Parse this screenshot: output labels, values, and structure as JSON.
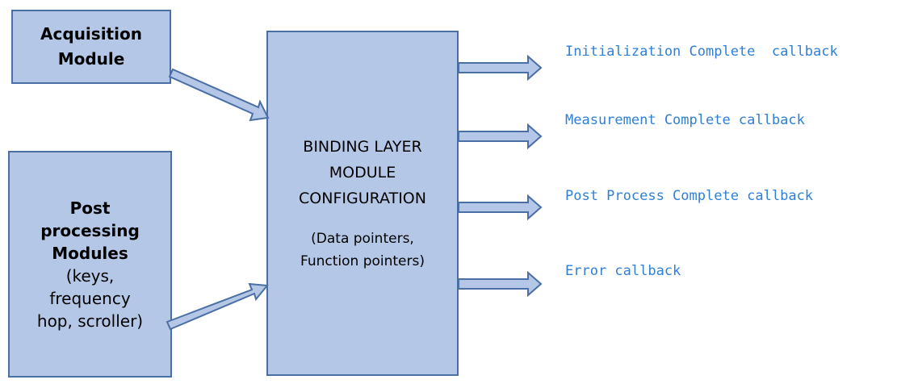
{
  "acquisition": {
    "lines": [
      "Acquisition",
      "Module"
    ]
  },
  "post_processing": {
    "title_lines": [
      "Post",
      "processing",
      "Modules"
    ],
    "detail_lines": [
      "(keys,",
      "frequency",
      "hop, scroller)"
    ]
  },
  "binding": {
    "title_lines": [
      "BINDING LAYER",
      "MODULE",
      "CONFIGURATION"
    ],
    "detail_lines": [
      "(Data pointers,",
      "Function pointers)"
    ]
  },
  "callbacks": [
    "Initialization Complete  callback",
    "Measurement Complete callback",
    "Post Process Complete callback",
    "Error callback"
  ],
  "colors": {
    "box_fill": "#b4c7e7",
    "box_border": "#4a6fa5",
    "callback_text": "#2f7fd6"
  }
}
